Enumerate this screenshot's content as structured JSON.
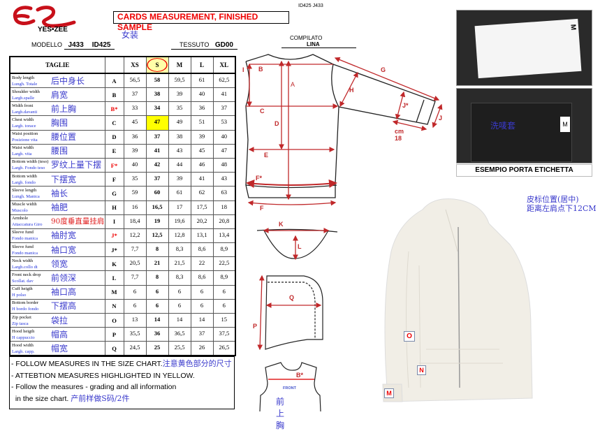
{
  "header": {
    "ref": "ID425 J433",
    "title": "CARDS MEASUREMENT, FINISHED SAMPLE",
    "category_zh": "女装",
    "logo_text": "YES•ZEE",
    "modello_label": "MODELLO",
    "modello_1": "J433",
    "modello_2": "ID425",
    "tessuto_label": "TESSUTO",
    "tessuto": "GD00",
    "compilato_label": "COMPILATO",
    "compilato": "LINA"
  },
  "table": {
    "headers": [
      "TAGLIE",
      "",
      "XS",
      "S",
      "M",
      "L",
      "XL"
    ],
    "highlight_color": "#ffff00",
    "rows": [
      {
        "en": "Body length",
        "it": "Lungh. Totale",
        "zh": "后中身长",
        "code": "A",
        "v": [
          "56,5",
          "58",
          "59,5",
          "61",
          "62,5"
        ]
      },
      {
        "en": "Shoulder width",
        "it": "Largh.spalle",
        "zh": "肩宽",
        "code": "B",
        "v": [
          "37",
          "38",
          "39",
          "40",
          "41"
        ]
      },
      {
        "en": "Width front",
        "it": "Largh.davanti",
        "zh": "前上胸",
        "code": "B*",
        "red": true,
        "v": [
          "33",
          "34",
          "35",
          "36",
          "37"
        ]
      },
      {
        "en": "Chest width",
        "it": "Largh. torace",
        "zh": "胸围",
        "code": "C",
        "hl": true,
        "v": [
          "45",
          "47",
          "49",
          "51",
          "53"
        ]
      },
      {
        "en": " Waist position",
        "it": "Posizione vita",
        "zh": "腰位置",
        "code": "D",
        "v": [
          "36",
          "37",
          "38",
          "39",
          "40"
        ]
      },
      {
        "en": "Waist width",
        "it": "Largh. vita",
        "zh": "腰围",
        "code": "E",
        "v": [
          "39",
          "41",
          "43",
          "45",
          "47"
        ]
      },
      {
        "en": "Bottom width (teso)",
        "it": "Largh. Fondo teso",
        "zh": "罗纹上量下摆",
        "code": "F*",
        "red": true,
        "v": [
          "40",
          "42",
          "44",
          "46",
          "48"
        ]
      },
      {
        "en": "Bottom width",
        "it": "Largh. fondo",
        "zh": "下摆宽",
        "code": "F",
        "v": [
          "35",
          "37",
          "39",
          "41",
          "43"
        ]
      },
      {
        "en": "Sleeve length",
        "it": "Lungh. Manica",
        "zh": "袖长",
        "code": "G",
        "v": [
          "59",
          "60",
          "61",
          "62",
          "63"
        ]
      },
      {
        "en": "Muscle width",
        "it": "Muscolo",
        "zh": "袖肥",
        "code": "H",
        "v": [
          "16",
          "16,5",
          "17",
          "17,5",
          "18"
        ]
      },
      {
        "en": "Armhole",
        "it": "Attaccatura Giro",
        "zh": "90度垂直量挂肩",
        "zhred": true,
        "code": "I",
        "v": [
          "18,4",
          "19",
          "19,6",
          "20,2",
          "20,8"
        ]
      },
      {
        "en": "Sleeve fund",
        "it": "Fondo manica",
        "zh": "袖肘宽",
        "code": "J*",
        "red": true,
        "v": [
          "12,2",
          "12,5",
          "12,8",
          "13,1",
          "13,4"
        ]
      },
      {
        "en": "Sleeve fund",
        "it": "Fondo manica",
        "zh": "袖口宽",
        "code": "J*",
        "v": [
          "7,7",
          "8",
          "8,3",
          "8,6",
          "8,9"
        ]
      },
      {
        "en": "Neck width",
        "it": "Largh.collo dt",
        "zh": "领宽",
        "code": "K",
        "v": [
          "20,5",
          "21",
          "21,5",
          "22",
          "22,5"
        ]
      },
      {
        "en": "Front neck drop",
        "it": "Scollat. dav",
        "zh": "前领深",
        "code": "L",
        "v": [
          "7,7",
          "8",
          "8,3",
          "8,6",
          "8,9"
        ]
      },
      {
        "en": "Cuff heigth",
        "it": "H polso",
        "zh": "袖口高",
        "code": "M",
        "v": [
          "6",
          "6",
          "6",
          "6",
          "6"
        ]
      },
      {
        "en": "Bottom border",
        "it": "H bordo fondo",
        "zh": "下摆高",
        "code": "N",
        "v": [
          "6",
          "6",
          "6",
          "6",
          "6"
        ]
      },
      {
        "en": "Zip  pocket",
        "it": "Zip tasca",
        "zh": "袋拉",
        "code": "O",
        "v": [
          "13",
          "14",
          "14",
          "14",
          "15"
        ]
      },
      {
        "en": "Hood heigth",
        "it": "H cappuccio",
        "zh": "帽高",
        "code": "P",
        "v": [
          "35,5",
          "36",
          "36,5",
          "37",
          "37,5"
        ]
      },
      {
        "en": "Hood width",
        "it": "Largh. capp.",
        "zh": "帽宽",
        "code": "Q",
        "v": [
          "24,5",
          "25",
          "25,5",
          "26",
          "26,5"
        ]
      }
    ]
  },
  "notes": {
    "line1": "- FOLLOW MEASURES IN THE SIZE CHART.",
    "line1_zh": "注意黄色部分的尺寸",
    "line2": "- ATTEBTION MEASURES HIGHLIGHTED IN YELLOW.",
    "line3": "- Follow the measures -  grading and all information",
    "line4": "  in the size chart.",
    "line4_zh": "产前样做S码/2件"
  },
  "diagram": {
    "labels": {
      "A": "A",
      "B": "B",
      "C": "C",
      "D": "D",
      "E": "E",
      "F": "F",
      "Fs": "F*",
      "G": "G",
      "H": "H",
      "I": "I",
      "J": "J",
      "Js": "J*",
      "cm": "cm 18",
      "K": "K",
      "L": "L",
      "P": "P",
      "Q": "Q",
      "Bs": "B*",
      "front": "FRONT",
      "front_zh": "前上胸"
    }
  },
  "photos": {
    "label_text": "M",
    "label_text2": "M",
    "pouch_zh": "洗唛套",
    "caption": "ESEMPIO PORTA ETICHETTA",
    "jacket_note_1": "皮标位置(居中)",
    "jacket_note_2": "距离左肩点下12CM",
    "markers": [
      "O",
      "N",
      "M"
    ]
  }
}
